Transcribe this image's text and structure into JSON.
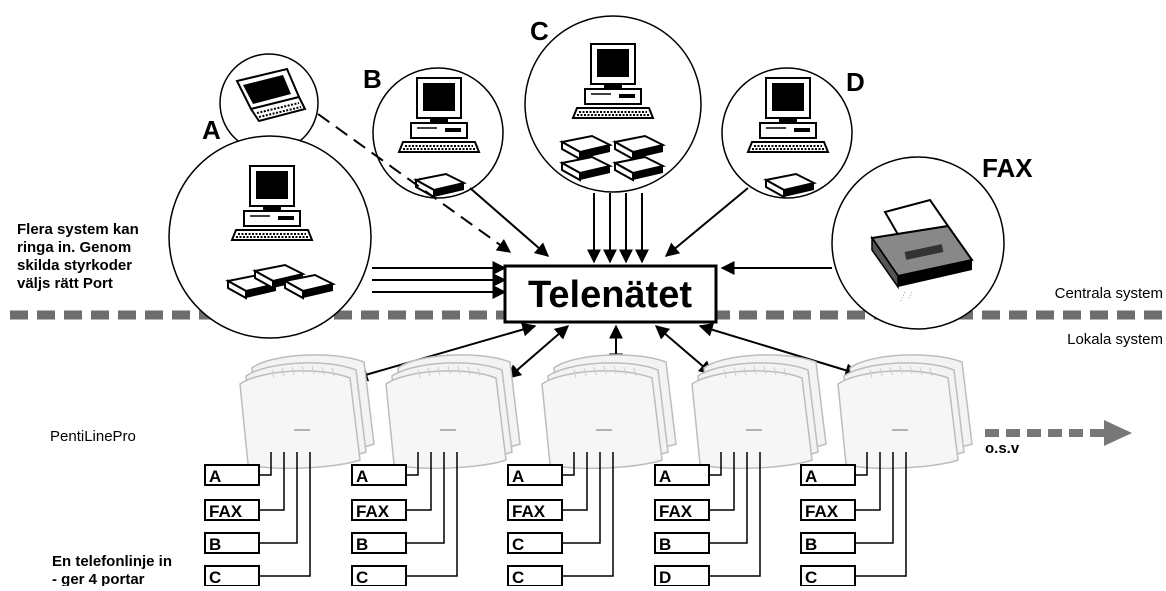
{
  "stations": {
    "a": "A",
    "b": "B",
    "c": "C",
    "d": "D",
    "fax": "FAX"
  },
  "network": "Telenätet",
  "note_multi": [
    "Flera system kan",
    "ringa in. Genom",
    "skilda styrkoder",
    "väljs rätt Port"
  ],
  "central_label": "Centrala system",
  "local_label": "Lokala system",
  "device_label": "PentiLinePro",
  "continue_label": "o.s.v",
  "note_line": [
    "En telefonlinje in",
    "- ger 4 portar"
  ],
  "port_groups": [
    [
      "A",
      "FAX",
      "B",
      "C"
    ],
    [
      "A",
      "FAX",
      "B",
      "C"
    ],
    [
      "A",
      "FAX",
      "C",
      "C"
    ],
    [
      "A",
      "FAX",
      "B",
      "D"
    ],
    [
      "A",
      "FAX",
      "B",
      "C"
    ]
  ],
  "colors": {
    "ink": "#000000",
    "dash": "#707070",
    "device": "#f2f2f2"
  }
}
